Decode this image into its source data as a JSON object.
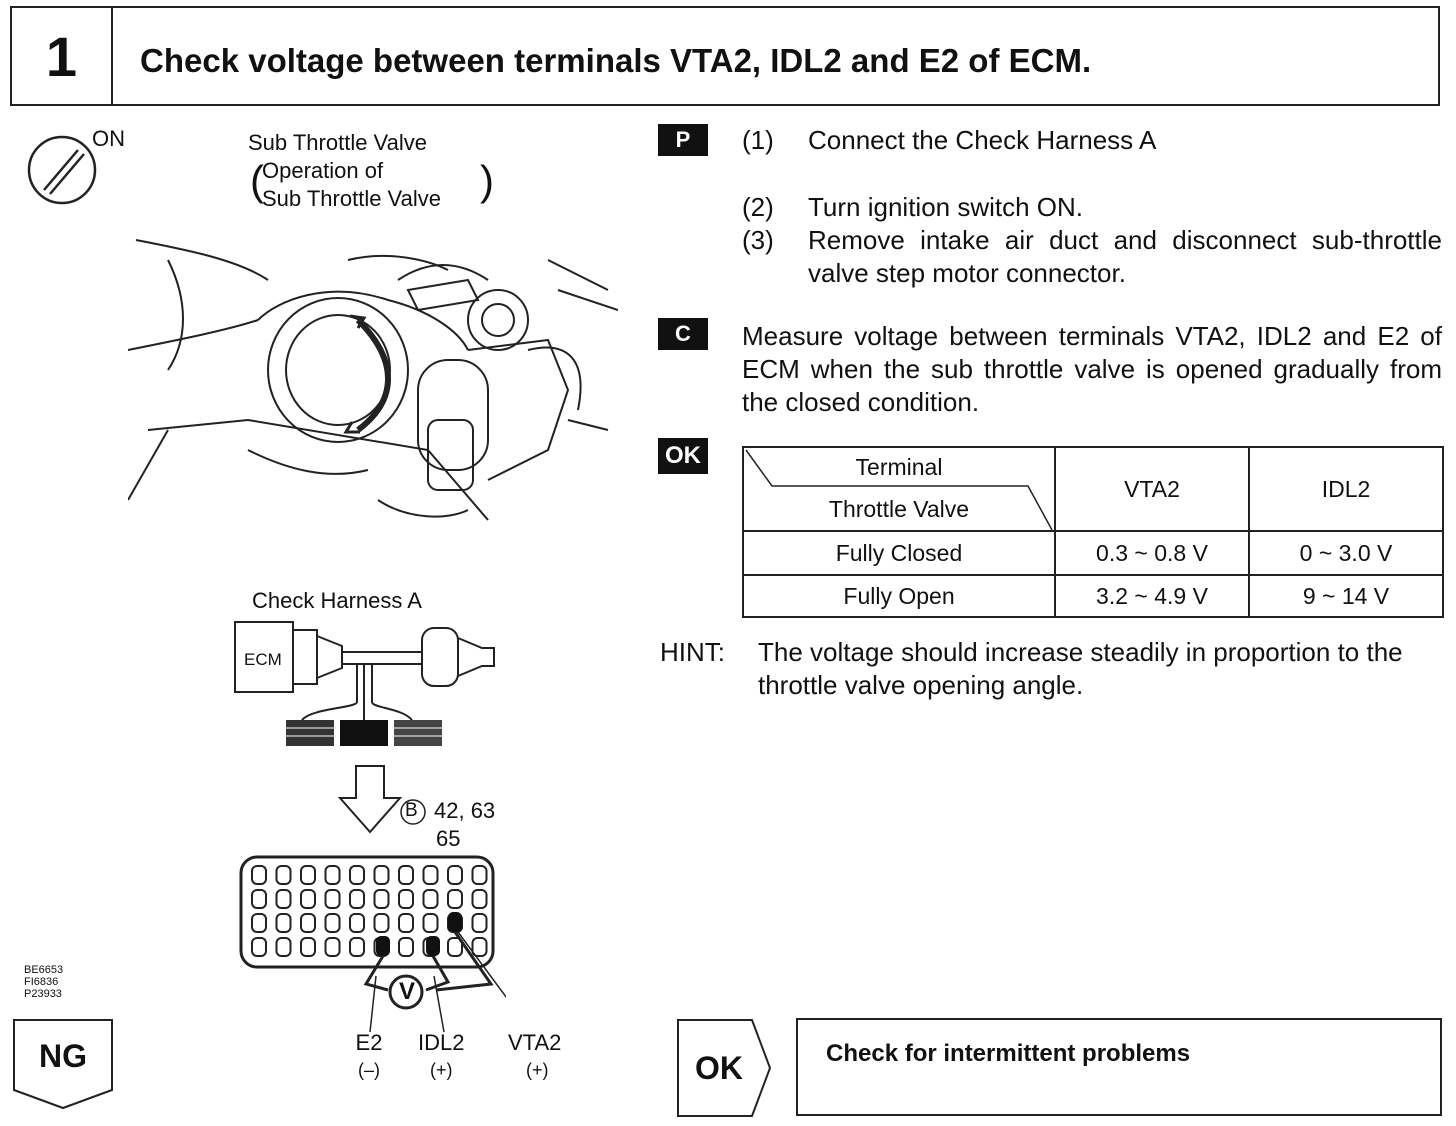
{
  "header": {
    "step_number": "1",
    "title": "Check voltage between terminals VTA2, IDL2 and E2 of ECM."
  },
  "figure": {
    "ignition": {
      "label": "ON"
    },
    "sub_throttle": {
      "title": "Sub Throttle Valve",
      "subtitle_line1": "Operation of",
      "subtitle_line2": "Sub Throttle Valve"
    },
    "harness": {
      "label": "Check Harness A",
      "ecm_label": "ECM"
    },
    "connector": {
      "letter": "B",
      "pins_line1": "42, 63",
      "pins_line2": "65"
    },
    "meter_symbol": "V",
    "terminals": [
      {
        "name": "E2",
        "polarity": "(–)"
      },
      {
        "name": "IDL2",
        "polarity": "(+)"
      },
      {
        "name": "VTA2",
        "polarity": "(+)"
      }
    ],
    "codes": [
      "BE6653",
      "FI6836",
      "P23933"
    ]
  },
  "prep": {
    "badge": "P",
    "steps": [
      {
        "num": "(1)",
        "text": "Connect the Check Harness A"
      },
      {
        "num": "(2)",
        "text": "Turn ignition switch ON."
      },
      {
        "num": "(3)",
        "text": "Remove intake air duct and disconnect sub-throttle valve step motor connector."
      }
    ]
  },
  "check": {
    "badge": "C",
    "text": "Measure voltage between terminals VTA2, IDL2 and E2 of ECM when the sub throttle valve is opened gradually from the closed condition."
  },
  "ok_spec": {
    "badge": "OK",
    "corner_top": "Terminal",
    "corner_bottom": "Throttle Valve",
    "columns": [
      "VTA2",
      "IDL2"
    ],
    "rows": [
      {
        "condition": "Fully Closed",
        "vta2": "0.3 ~ 0.8 V",
        "idl2": "0 ~ 3.0 V"
      },
      {
        "condition": "Fully Open",
        "vta2": "3.2 ~ 4.9 V",
        "idl2": "9 ~ 14 V"
      }
    ]
  },
  "hint": {
    "label": "HINT:",
    "text": "The voltage should increase steadily in proportion to the throttle valve opening angle."
  },
  "flow": {
    "ng_label": "NG",
    "ok_label": "OK",
    "ok_result": "Check for intermittent problems"
  }
}
